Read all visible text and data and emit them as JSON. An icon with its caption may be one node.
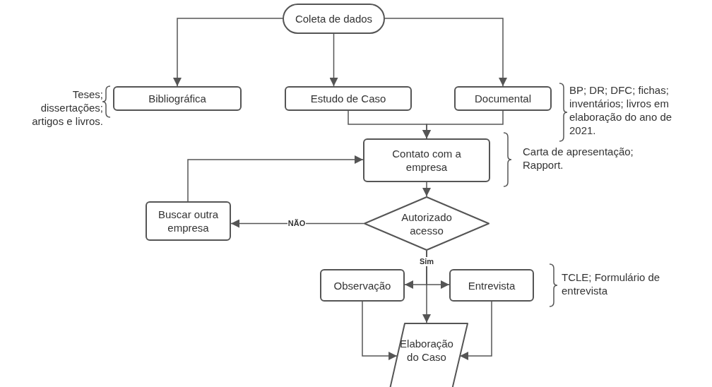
{
  "diagram": {
    "nodes": [
      {
        "text": [
          "Coleta de dados"
        ]
      },
      {
        "text": [
          "Bibliográfica"
        ],
        "beside": [
          "Teses; dissertações; artigos e livros."
        ]
      },
      {
        "text": [
          "Estudo de Caso"
        ]
      },
      {
        "text": [
          "Documental"
        ],
        "beside": [
          "BP; DR; DFC; fichas; inventários; livros em elaboração do ano de 2021."
        ]
      },
      {
        "text": [
          "Contato com a empresa"
        ],
        "beside": [
          "Carta de apresentação; Rapport."
        ]
      },
      {
        "text": [
          "Buscar outra empresa"
        ]
      },
      {
        "text": [
          "Autorizado acesso"
        ]
      },
      {
        "text": [
          "Observação"
        ]
      },
      {
        "text": [
          "Entrevista"
        ],
        "beside": [
          "TCLE; Formulário de entrevista"
        ]
      },
      {
        "text": [
          "Elaboração do Caso"
        ]
      }
    ],
    "edges": [
      {
        "from": 0,
        "to": 1,
        "arrow": "to"
      },
      {
        "from": 0,
        "to": 2,
        "arrow": "to"
      },
      {
        "from": 0,
        "to": 3,
        "arrow": "to"
      },
      {
        "from": 2,
        "to": 4,
        "arrow": "to"
      },
      {
        "from": 3,
        "to": 4,
        "arrow": "to"
      },
      {
        "from": 4,
        "to": 6,
        "arrow": "to"
      },
      {
        "from": 6,
        "to": 5,
        "arrow": "to",
        "label": "NÃO"
      },
      {
        "from": 5,
        "to": 4,
        "arrow": "to"
      },
      {
        "from": 6,
        "to": 9,
        "arrow": "to",
        "label": "Sim"
      },
      {
        "from": 6,
        "to": 7,
        "arrow": "to"
      },
      {
        "from": 6,
        "to": 8,
        "arrow": "to"
      },
      {
        "from": 7,
        "to": 9,
        "arrow": "to"
      },
      {
        "from": 8,
        "to": 9,
        "arrow": "to"
      }
    ]
  }
}
